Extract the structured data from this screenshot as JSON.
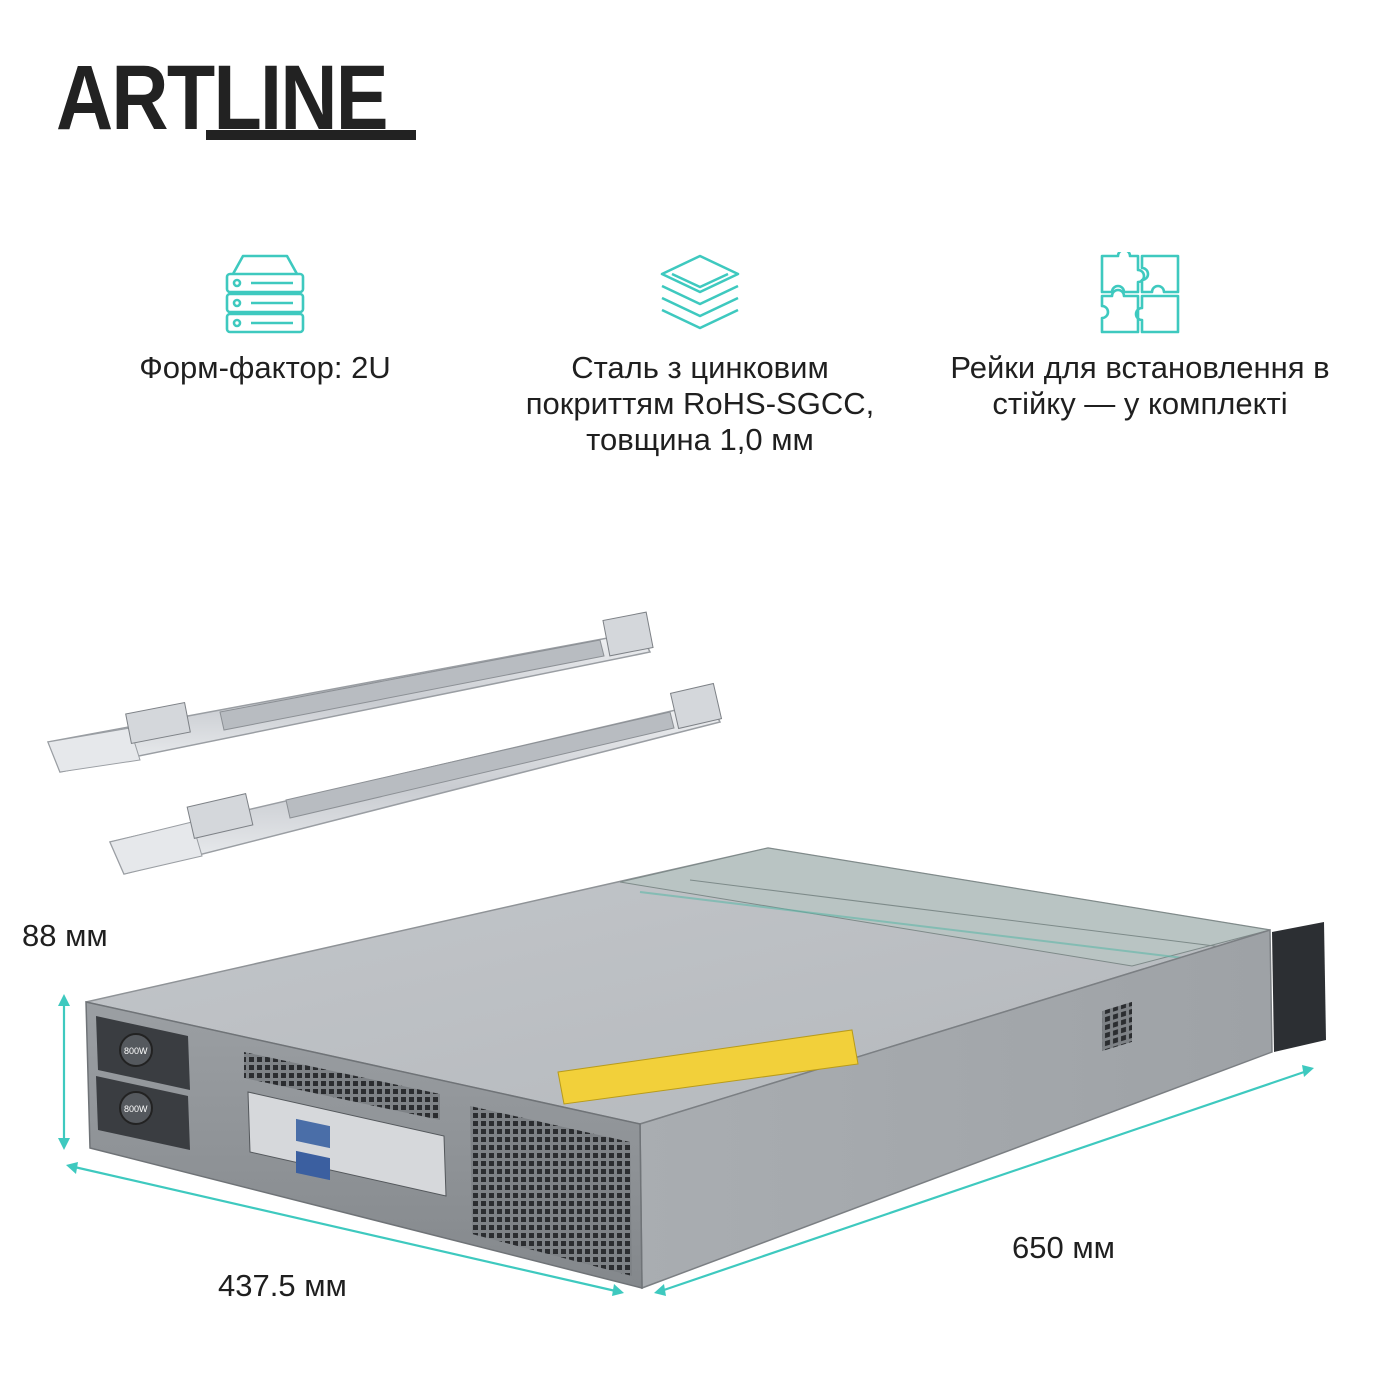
{
  "brand": {
    "logo_text": "ARTLINE"
  },
  "features": [
    {
      "icon": "server-rack-icon",
      "text": "Форм-фактор: 2U"
    },
    {
      "icon": "layers-stack-icon",
      "text": "Сталь з цинковим покриттям RoHS-SGCC, товщина 1,0 мм"
    },
    {
      "icon": "puzzle-pieces-icon",
      "text": "Рейки для встановлення в стійку — у комплекті"
    }
  ],
  "dimensions": {
    "height": "88 мм",
    "width": "437.5 мм",
    "depth": "650 мм"
  },
  "psu_label": "800W",
  "colors": {
    "accent": "#3ec9bf",
    "text": "#1f1f1f",
    "logo": "#222222"
  }
}
